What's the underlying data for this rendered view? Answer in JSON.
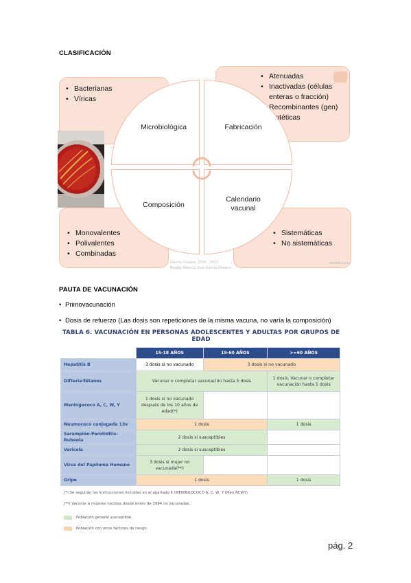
{
  "section1": {
    "heading": "CLASIFICACIÓN"
  },
  "diagram": {
    "quadrants": {
      "top_left": "Microbiológica",
      "top_right": "Fabricación",
      "bottom_left": "Composición",
      "bottom_right_line1": "Calendario",
      "bottom_right_line2": "vacunal"
    },
    "boxes": {
      "top_left": [
        "Bacterianas",
        "Víricas"
      ],
      "top_right": [
        "Atenuadas",
        "Inactivadas (células enteras o fracción)",
        "Recombinantes (gen)",
        "Sintéticas"
      ],
      "bottom_left": [
        "Monovalentes",
        "Polivalentes",
        "Combinadas"
      ],
      "bottom_right": [
        "Sistemáticas",
        "No sistemáticas"
      ]
    },
    "watermark_1": "García-Ovejero, 2020 - 2021",
    "watermark_2": "Beatriz Alberca José García Ovejero",
    "watermark_3": "wuolah.com"
  },
  "section2": {
    "heading": "PAUTA DE VACUNACIÓN",
    "bullets": [
      "Primovacunación",
      "Dosis de refuerzo (Las dosis son repeticiones de la misma vacuna, no varía la composición)"
    ]
  },
  "table": {
    "title": "TABLA 6. VACUNACIÓN EN PERSONAS ADOLESCENTES Y ADULTAS POR GRUPOS DE EDAD",
    "headers": [
      "15-18 AÑOS",
      "19-60 AÑOS",
      ">=60 AÑOS"
    ],
    "rows": {
      "hepatitis": {
        "label": "Hepatitis B",
        "c1": "3 dosis si no vacunado",
        "c2": "3 dosis si no vacunado"
      },
      "difteria": {
        "label": "Difteria-Tétanos",
        "c1": "Vacunar o completar vacunación hasta 5 dosis",
        "c2": "1 dosis. Vacunar o completar vacunación hasta 5 dosis"
      },
      "meningo": {
        "label": "Meningococo A, C, W, Y",
        "c1": "1 dosis si no vacunado después de los 10 años de edad(*)"
      },
      "neumo": {
        "label": "Neumococo conjugada 13v",
        "c1": "1 dosis",
        "c2": "1 dosis"
      },
      "sarampion": {
        "label": "Sarampión-Parotiditis-Rubeola",
        "c1": "2 dosis si susceptibles"
      },
      "varicela": {
        "label": "Varicela",
        "c1": "2 dosis si susceptibles"
      },
      "papiloma": {
        "label": "Virus del Papiloma Humano",
        "c1": "3 dosis si mujer no vacunada(**)"
      },
      "gripe": {
        "label": "Gripe",
        "c1": "1 dosis",
        "c2": "1 dosis"
      }
    },
    "notes": [
      "(*) Se seguirán las instrucciones incluidas en el apartado 6 (MENINGOCOCO A, C, W, Y (Men ACWY).",
      "(**) Vacunar a mujeres nacidas desde enero de 1994 no vacunadas."
    ],
    "legend": {
      "green": "Población general susceptible.",
      "orange": "Población con otros factores de riesgo."
    },
    "colors": {
      "green": "#d9ebcf",
      "orange": "#fbdcba",
      "header": "#2b4b8a",
      "label": "#b9c9e3"
    }
  },
  "page": {
    "number": "pág. 2"
  }
}
